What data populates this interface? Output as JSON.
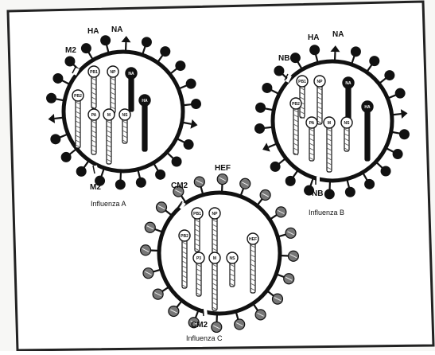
{
  "figure": {
    "viruses": [
      {
        "id": "a",
        "caption": "Influenza A",
        "ion_channel_label": "M2",
        "top_labels": [
          "HA",
          "NA"
        ],
        "segment_labels": [
          "PB1",
          "NP",
          "NA",
          "PB2",
          "PA",
          "M",
          "NS",
          "HA"
        ]
      },
      {
        "id": "b",
        "caption": "Influenza B",
        "ion_channel_label": "NB",
        "top_labels": [
          "HA",
          "NA"
        ],
        "segment_labels": [
          "PB1",
          "NP",
          "NA",
          "PB2",
          "PA",
          "M",
          "NS",
          "HA"
        ]
      },
      {
        "id": "c",
        "caption": "Influenza C",
        "ion_channel_label": "CM2",
        "top_labels": [
          "HEF"
        ],
        "segment_labels": [
          "PB1",
          "NP",
          "PB2",
          "P3",
          "M",
          "NS",
          "HEF"
        ]
      }
    ]
  }
}
